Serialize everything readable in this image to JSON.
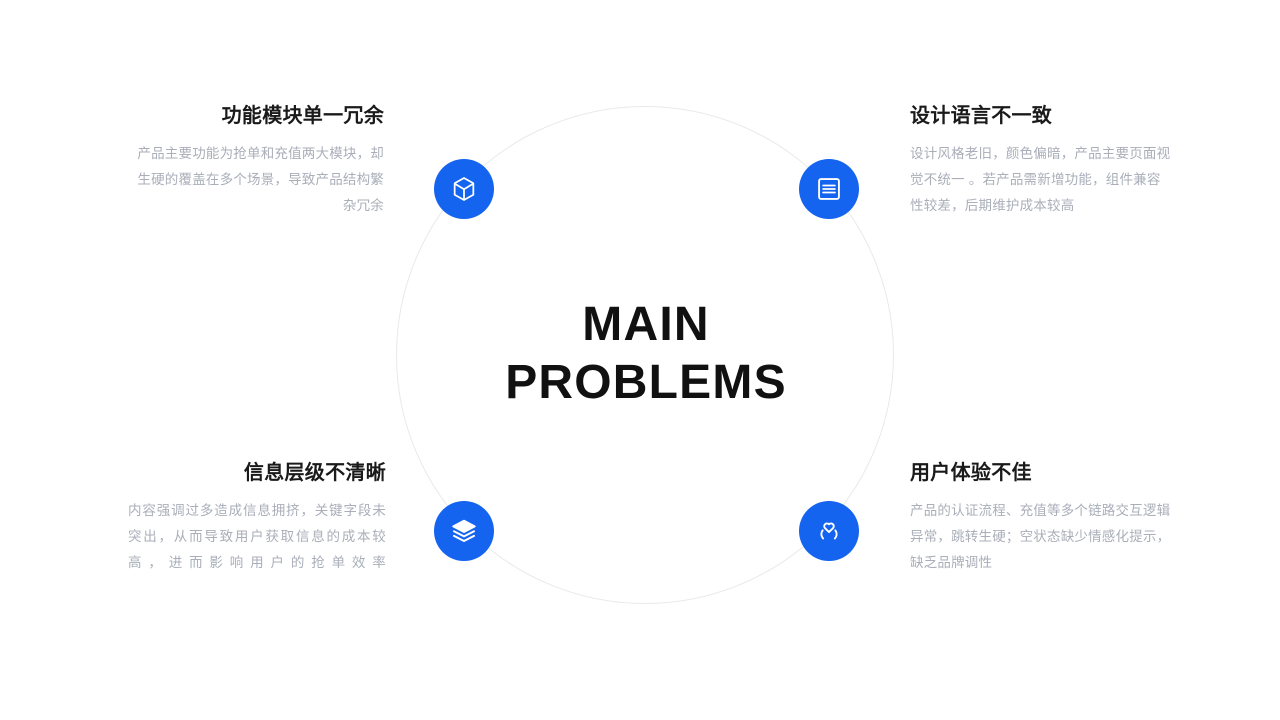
{
  "center": {
    "title_line_1": "MAIN",
    "title_line_2": "PROBLEMS"
  },
  "colors": {
    "accent_blue": "#1464F0",
    "ring_gray": "#E9E9E9",
    "heading_black": "#1A1A1A",
    "body_gray": "#A9AEB9",
    "background": "#FFFFFF"
  },
  "items": [
    {
      "position": "top-left",
      "icon": "cube-icon",
      "heading": "功能模块单一冗余",
      "body": "产品主要功能为抢单和充值两大模块，却生硬的覆盖在多个场景，导致产品结构繁杂冗余"
    },
    {
      "position": "top-right",
      "icon": "document-lines-icon",
      "heading": "设计语言不一致",
      "body": "设计风格老旧，颜色偏暗，产品主要页面视觉不统一 。若产品需新增功能，组件兼容性较差，后期维护成本较高"
    },
    {
      "position": "bottom-left",
      "icon": "layers-icon",
      "heading": "信息层级不清晰",
      "body": "内容强调过多造成信息拥挤，关键字段未突出，从而导致用户获取信息的成本较高，进而影响用户的抢单效率"
    },
    {
      "position": "bottom-right",
      "icon": "heart-in-hands-icon",
      "heading": "用户体验不佳",
      "body": "产品的认证流程、充值等多个链路交互逻辑异常，跳转生硬；空状态缺少情感化提示，缺乏品牌调性"
    }
  ]
}
